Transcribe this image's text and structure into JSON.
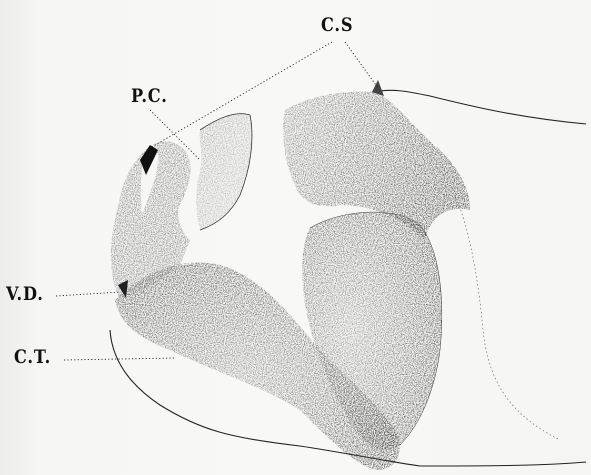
{
  "figure": {
    "labels": {
      "cs": "C.S",
      "pc": "P.C.",
      "vd": "V.D.",
      "ct": "C.T."
    },
    "colors": {
      "ink": "#111111",
      "stipple_dark": "#3a3a3a",
      "stipple_mid": "#7a7a7a",
      "stipple_light": "#b5b5b5",
      "paper": "#f6f6f4"
    }
  }
}
